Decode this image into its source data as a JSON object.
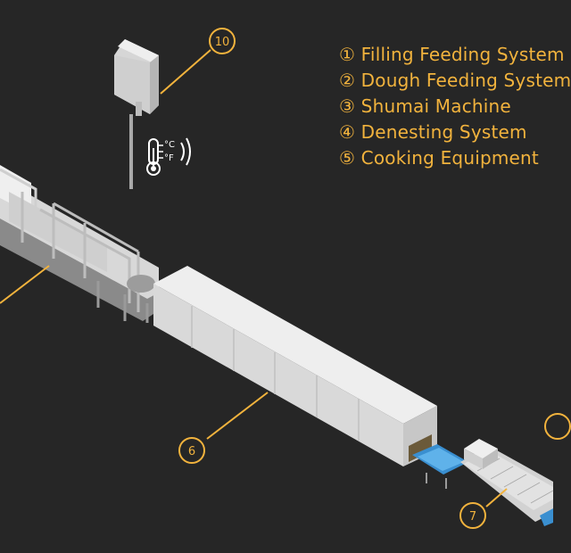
{
  "legend": {
    "items": [
      "① Filling Feeding System",
      "② Dough Feeding System",
      "③ Shumai Machine",
      "④ Denesting System",
      "⑤ Cooking Equipment"
    ]
  },
  "callouts": {
    "c10": "10",
    "c6": "6",
    "c7": "7"
  },
  "sensor": {
    "unit_c": "°C",
    "unit_f": "°F"
  },
  "colors": {
    "background": "#262626",
    "accent": "#f2b33d",
    "machine": "#e6e6e6"
  }
}
